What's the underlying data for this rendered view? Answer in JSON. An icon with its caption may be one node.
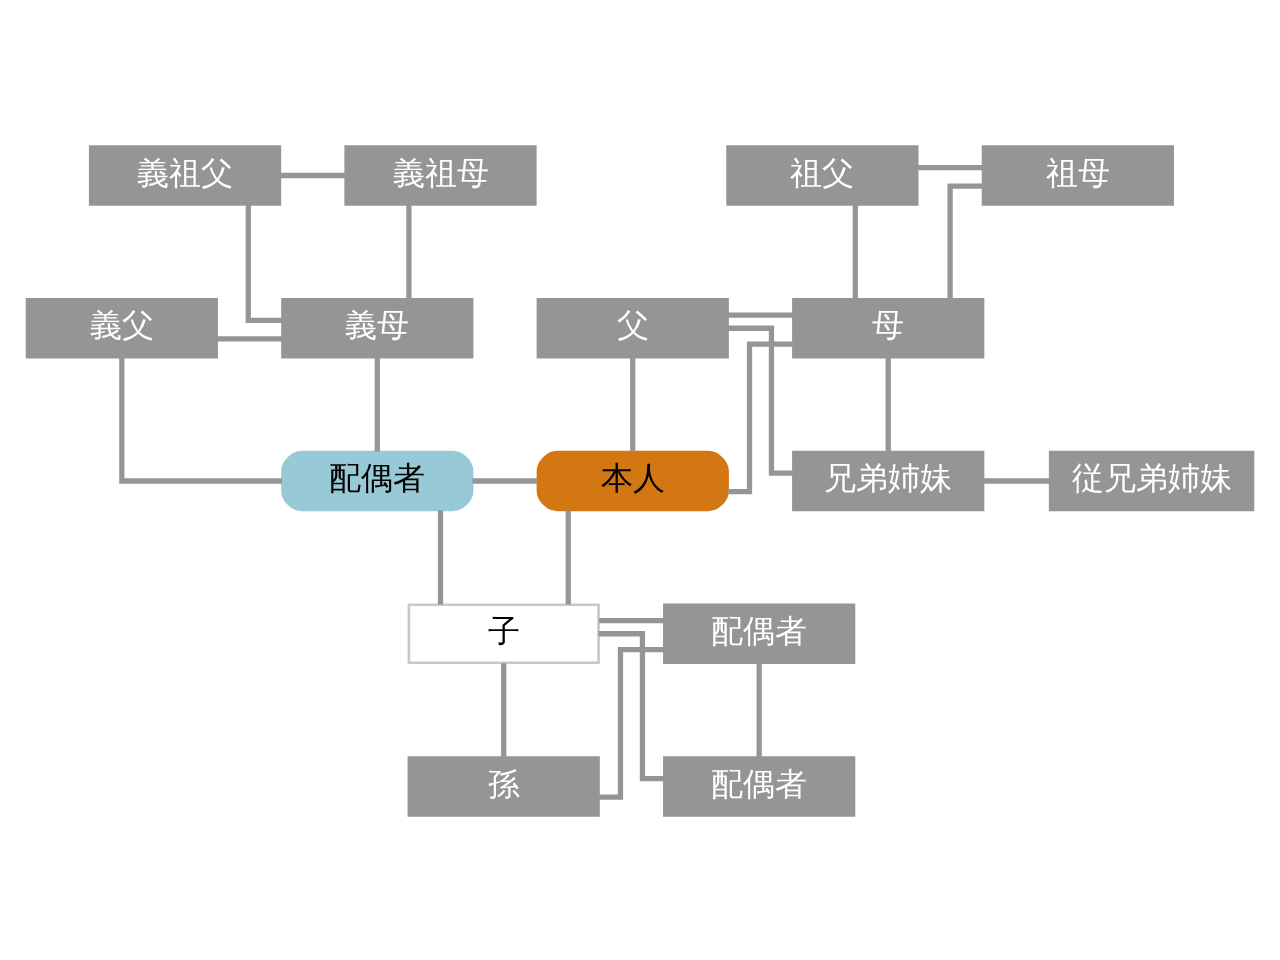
{
  "diagram": {
    "nodes": [
      {
        "text": [
          "義祖父"
        ]
      },
      {
        "text": [
          "義祖母"
        ]
      },
      {
        "text": [
          "祖父"
        ]
      },
      {
        "text": [
          "祖母"
        ]
      },
      {
        "text": [
          "義父"
        ]
      },
      {
        "text": [
          "義母"
        ]
      },
      {
        "text": [
          "父"
        ]
      },
      {
        "text": [
          "母"
        ]
      },
      {
        "text": [
          "配偶者"
        ]
      },
      {
        "text": [
          "本人"
        ]
      },
      {
        "text": [
          "兄弟姉妹"
        ]
      },
      {
        "text": [
          "従兄弟姉妹"
        ]
      },
      {
        "text": [
          "子"
        ]
      },
      {
        "text": [
          "配偶者"
        ]
      },
      {
        "text": [
          "孫"
        ]
      },
      {
        "text": [
          "配偶者"
        ]
      }
    ],
    "edges": [
      {
        "from": 0,
        "to": 1,
        "arrow": "none"
      },
      {
        "from": 0,
        "to": 5,
        "arrow": "none"
      },
      {
        "from": 1,
        "to": 5,
        "arrow": "none"
      },
      {
        "from": 2,
        "to": 3,
        "arrow": "none"
      },
      {
        "from": 2,
        "to": 7,
        "arrow": "none"
      },
      {
        "from": 3,
        "to": 7,
        "arrow": "none"
      },
      {
        "from": 4,
        "to": 5,
        "arrow": "none"
      },
      {
        "from": 4,
        "to": 8,
        "arrow": "none"
      },
      {
        "from": 5,
        "to": 8,
        "arrow": "none"
      },
      {
        "from": 6,
        "to": 7,
        "arrow": "none"
      },
      {
        "from": 6,
        "to": 9,
        "arrow": "none"
      },
      {
        "from": 6,
        "to": 10,
        "arrow": "none"
      },
      {
        "from": 7,
        "to": 9,
        "arrow": "none"
      },
      {
        "from": 7,
        "to": 10,
        "arrow": "none"
      },
      {
        "from": 10,
        "to": 11,
        "arrow": "none"
      },
      {
        "from": 8,
        "to": 9,
        "arrow": "none"
      },
      {
        "from": 8,
        "to": 12,
        "arrow": "none"
      },
      {
        "from": 9,
        "to": 12,
        "arrow": "none"
      },
      {
        "from": 12,
        "to": 13,
        "arrow": "none"
      },
      {
        "from": 12,
        "to": 14,
        "arrow": "none"
      },
      {
        "from": 12,
        "to": 15,
        "arrow": "none"
      },
      {
        "from": 13,
        "to": 14,
        "arrow": "none"
      },
      {
        "from": 13,
        "to": 15,
        "arrow": "none"
      }
    ]
  }
}
